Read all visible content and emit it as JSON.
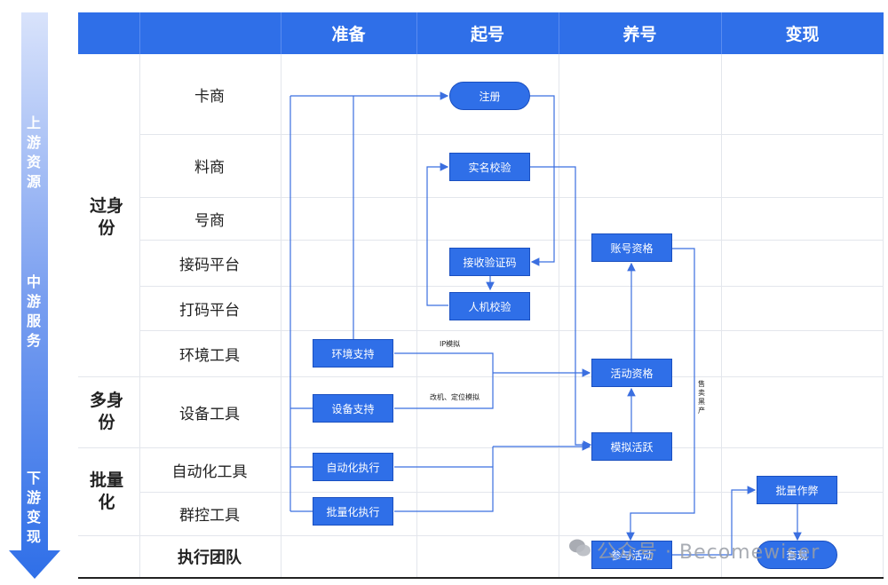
{
  "sidebar": {
    "upstream": "上游资源",
    "midstream": "中游服务",
    "downstream": "下游变现"
  },
  "header": {
    "stages": [
      "准备",
      "起号",
      "养号",
      "变现"
    ]
  },
  "groups": {
    "identity": "过身份",
    "multi": "多身份",
    "batch": "批量化"
  },
  "rows": [
    "卡商",
    "料商",
    "号商",
    "接码平台",
    "打码平台",
    "环境工具",
    "设备工具",
    "自动化工具",
    "群控工具"
  ],
  "team": "执行团队",
  "nodes": {
    "register": "注册",
    "realname": "实名校验",
    "sms": "接收验证码",
    "human": "人机校验",
    "env": "环境支持",
    "device": "设备支持",
    "auto": "自动化执行",
    "batch_exec": "批量化执行",
    "account": "账号资格",
    "activity": "活动资格",
    "simulate": "模拟活跃",
    "join": "参与活动",
    "cheat": "批量作弊",
    "cashout": "套现"
  },
  "edge_labels": {
    "ip": "IP模拟",
    "device": "改机、定位模拟",
    "sell": "售卖黑产"
  },
  "watermark": "公众号 · Becomewiser",
  "colors": {
    "primary": "#2f6fe8",
    "line": "#3b6fe0"
  }
}
